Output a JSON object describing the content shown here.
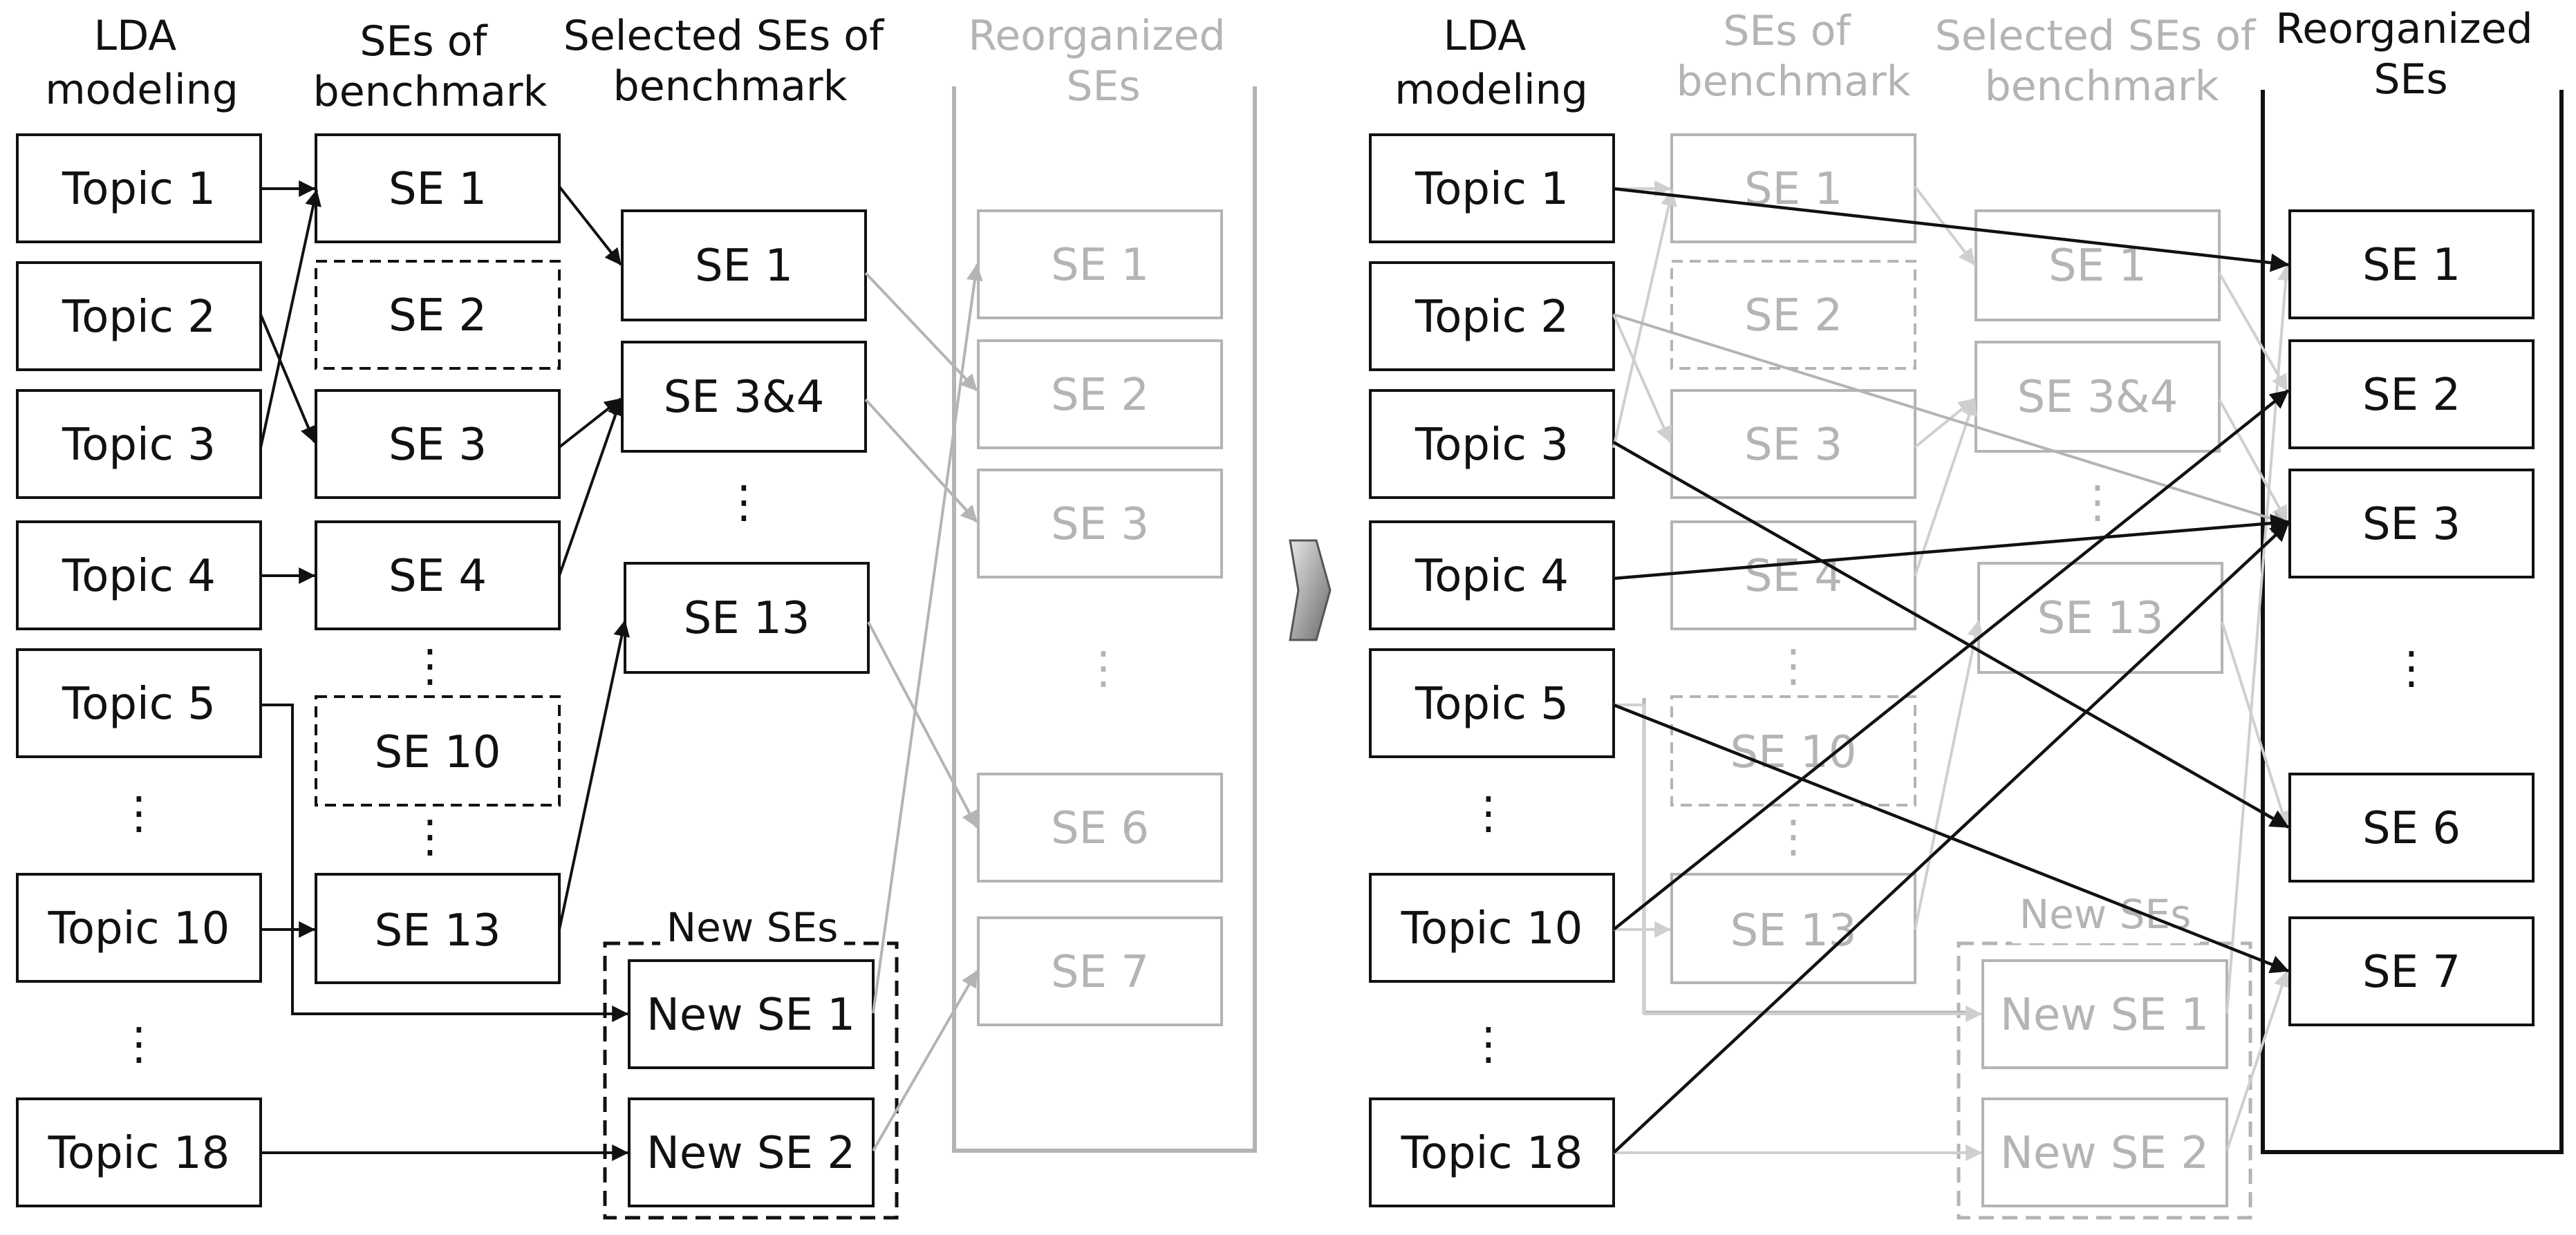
{
  "colors": {
    "active": "#111111",
    "faded": "#b4b4b4",
    "faded_light": "#cfcfcf",
    "background": "#ffffff",
    "transition_arrow": "#7a7a7a"
  },
  "left_panel": {
    "headers": {
      "lda": [
        "LDA",
        "modeling"
      ],
      "ses": [
        "SEs of",
        "benchmark"
      ],
      "selected": [
        "Selected SEs of",
        "benchmark"
      ],
      "reorg": [
        "Reorganized",
        "SEs"
      ]
    },
    "topics": {
      "t1": "Topic 1",
      "t2": "Topic 2",
      "t3": "Topic 3",
      "t4": "Topic 4",
      "t5": "Topic 5",
      "t10": "Topic 10",
      "t18": "Topic 18"
    },
    "benchmark_ses": {
      "s1": "SE 1",
      "s2": "SE 2",
      "s3": "SE 3",
      "s4": "SE 4",
      "s10": "SE 10",
      "s13": "SE 13"
    },
    "selected_ses": {
      "s1": "SE 1",
      "s34": "SE 3&4",
      "s13": "SE 13"
    },
    "new_ses": {
      "label": "New SEs",
      "n1": "New SE 1",
      "n2": "New SE 2"
    },
    "reorganized_ses": {
      "r1": "SE 1",
      "r2": "SE 2",
      "r3": "SE 3",
      "r6": "SE 6",
      "r7": "SE 7"
    },
    "ellipsis": "⋮"
  },
  "right_panel": {
    "headers": {
      "lda": [
        "LDA",
        "modeling"
      ],
      "ses": [
        "SEs of",
        "benchmark"
      ],
      "selected": [
        "Selected SEs of",
        "benchmark"
      ],
      "reorg": [
        "Reorganized",
        "SEs"
      ]
    },
    "topics": {
      "t1": "Topic 1",
      "t2": "Topic 2",
      "t3": "Topic 3",
      "t4": "Topic 4",
      "t5": "Topic 5",
      "t10": "Topic 10",
      "t18": "Topic 18"
    },
    "benchmark_ses": {
      "s1": "SE 1",
      "s2": "SE 2",
      "s3": "SE 3",
      "s4": "SE 4",
      "s10": "SE 10",
      "s13": "SE 13"
    },
    "selected_ses": {
      "s1": "SE 1",
      "s34": "SE 3&4",
      "s13": "SE 13"
    },
    "new_ses": {
      "label": "New SEs",
      "n1": "New SE 1",
      "n2": "New SE 2"
    },
    "reorganized_ses": {
      "r1": "SE 1",
      "r2": "SE 2",
      "r3": "SE 3",
      "r6": "SE 6",
      "r7": "SE 7"
    },
    "ellipsis": "⋮"
  }
}
